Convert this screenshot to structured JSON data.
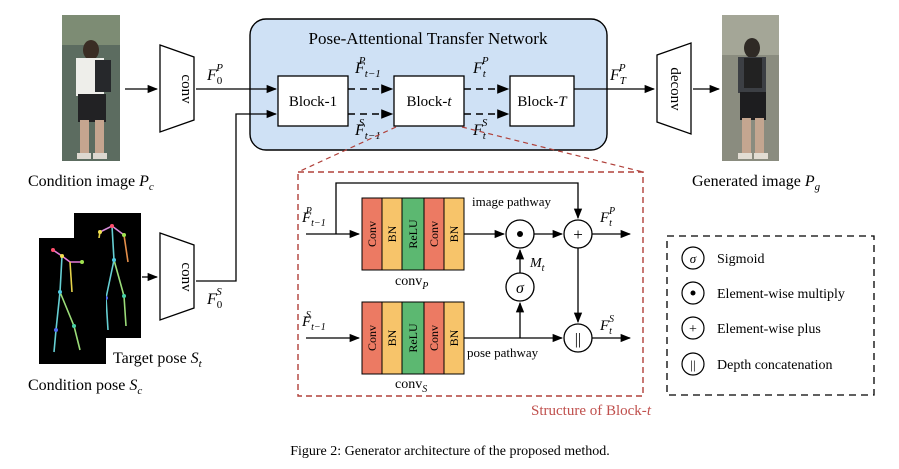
{
  "network": {
    "title": "Pose-Attentional Transfer Network",
    "block_first_label": "Block-",
    "block_first_num": "1",
    "block_mid_label": "Block-",
    "block_mid_var": "t",
    "block_last_label": "Block-",
    "block_last_var": "T",
    "conv_label": "conv",
    "conv2_label": "conv",
    "deconv_label": "deconv"
  },
  "features": {
    "F": "F",
    "P": "P",
    "S": "S",
    "zero": "0",
    "t_minus_1": "t−1",
    "t": "t",
    "T": "T"
  },
  "inputs": {
    "condition_image": "Condition image ",
    "condition_image_var": "P",
    "condition_image_sub": "c",
    "target_pose": "Target pose ",
    "target_pose_var": "S",
    "target_pose_sub": "t",
    "condition_pose": "Condition pose ",
    "condition_pose_var": "S",
    "condition_pose_sub": "c"
  },
  "output": {
    "generated_image": "Generated image ",
    "generated_image_var": "P",
    "generated_image_sub": "g"
  },
  "block_structure": {
    "title_prefix": "Structure of Block-",
    "title_var": "t",
    "layers": [
      "Conv",
      "BN",
      "ReLU",
      "Conv",
      "BN"
    ],
    "layer_colors": [
      "#ec7a63",
      "#f7c46a",
      "#5cb871",
      "#ec7a63",
      "#f7c46a"
    ],
    "conv_p_label": "conv",
    "conv_p_sub": "P",
    "conv_s_label": "conv",
    "conv_s_sub": "S",
    "image_pathway": "image pathway",
    "pose_pathway": "pose pathway",
    "M": "M",
    "M_sub": "t",
    "sigma": "σ",
    "dot": "•",
    "plus": "+",
    "concat": "||"
  },
  "legend": {
    "items": [
      {
        "symbol": "σ",
        "label": "Sigmoid"
      },
      {
        "symbol": "•",
        "label": "Element-wise multiply"
      },
      {
        "symbol": "+",
        "label": "Element-wise plus"
      },
      {
        "symbol": "||",
        "label": "Depth concatenation"
      }
    ]
  },
  "caption": "Figure 2: Generator architecture of the proposed method.",
  "colors": {
    "network_bg": "#cfe1f5",
    "structure_border": "#b0403a",
    "structure_title": "#c0504d"
  }
}
